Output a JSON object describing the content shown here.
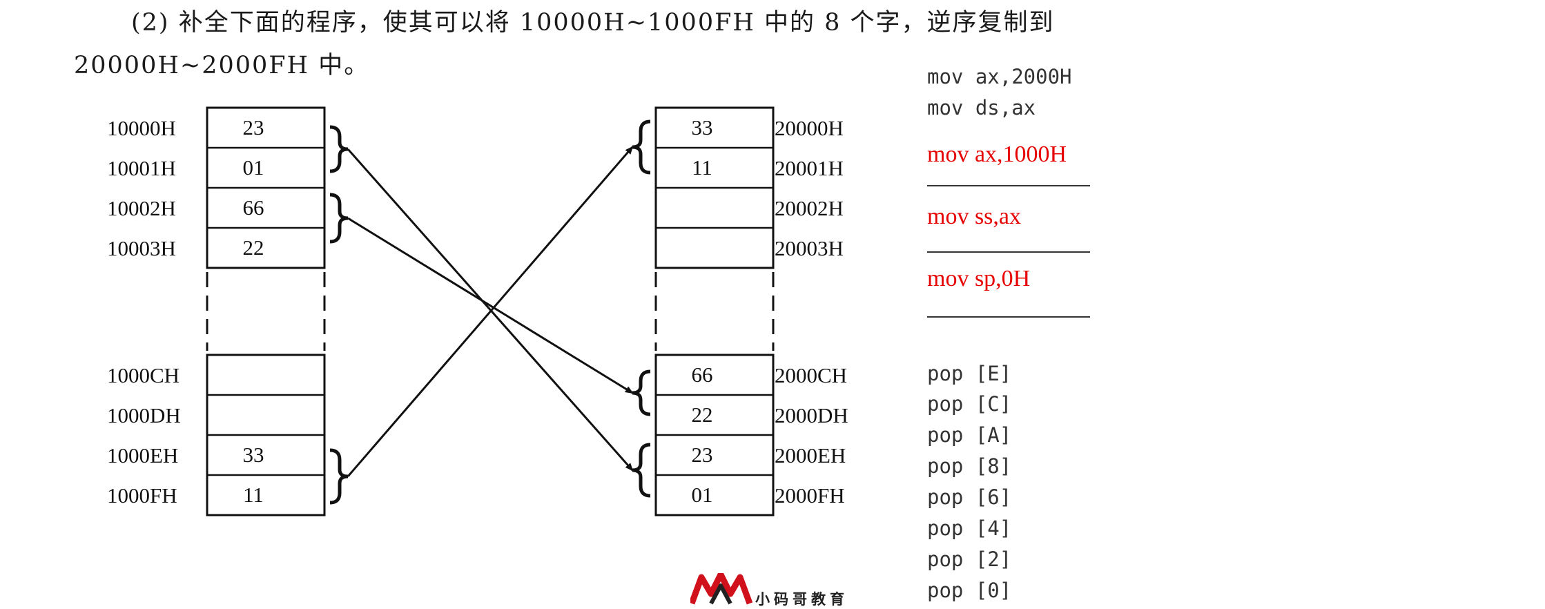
{
  "question": {
    "line1": "(2)  补全下面的程序，使其可以将 10000H~1000FH 中的 8 个字，逆序复制到",
    "line2": "20000H~2000FH 中。"
  },
  "source_memory": [
    {
      "addr": "10000H",
      "value": "23"
    },
    {
      "addr": "10001H",
      "value": "01"
    },
    {
      "addr": "10002H",
      "value": "66"
    },
    {
      "addr": "10003H",
      "value": "22"
    },
    {
      "addr": "1000CH",
      "value": ""
    },
    {
      "addr": "1000DH",
      "value": ""
    },
    {
      "addr": "1000EH",
      "value": "33"
    },
    {
      "addr": "1000FH",
      "value": "11"
    }
  ],
  "dest_memory": [
    {
      "addr": "20000H",
      "value": "33"
    },
    {
      "addr": "20001H",
      "value": "11"
    },
    {
      "addr": "20002H",
      "value": ""
    },
    {
      "addr": "20003H",
      "value": ""
    },
    {
      "addr": "2000CH",
      "value": "66"
    },
    {
      "addr": "2000DH",
      "value": "22"
    },
    {
      "addr": "2000EH",
      "value": "23"
    },
    {
      "addr": "2000FH",
      "value": "01"
    }
  ],
  "code": {
    "given": [
      "mov ax,2000H",
      "mov ds,ax"
    ],
    "answers": [
      "mov ax,1000H",
      "mov ss,ax",
      "mov sp,0H"
    ],
    "pops": [
      "pop [E]",
      "pop [C]",
      "pop [A]",
      "pop [8]",
      "pop [6]",
      "pop [4]",
      "pop [2]",
      "pop [0]"
    ]
  },
  "colors": {
    "answer": "#e60000",
    "ink": "#111111",
    "logo_red": "#d0101a"
  },
  "logo": {
    "text": "小码哥教育"
  }
}
